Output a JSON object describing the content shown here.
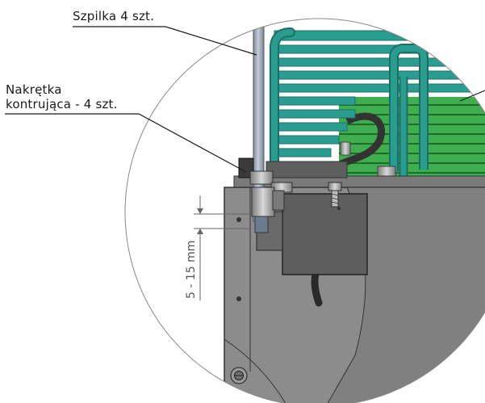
{
  "labels": {
    "stud": "Szpilka 4 szt.",
    "locknut_line1": "Nakrętka",
    "locknut_line2": "kontrująca - 4 szt.",
    "dimension": "5 - 15 mm"
  },
  "colors": {
    "coil": "#2a9d91",
    "coil_dark": "#1d6f66",
    "fins": "#3fae4f",
    "fins_dark": "#2a7e38",
    "housing": "#8c8c8c",
    "housing_dark": "#6e6e6e",
    "stud": "#9aa7b5",
    "bracket": "#5e5e5e"
  },
  "icons": [
    "screw-head-icon"
  ]
}
